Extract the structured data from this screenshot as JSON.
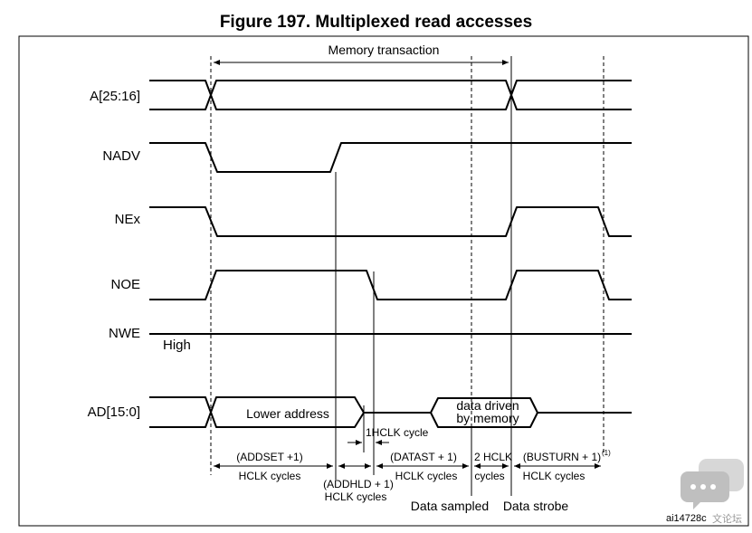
{
  "figure": {
    "title": "Figure 197. Multiplexed read accesses"
  },
  "signals": [
    {
      "key": "a",
      "label": "A[25:16]"
    },
    {
      "key": "nadv",
      "label": "NADV"
    },
    {
      "key": "nex",
      "label": "NEx"
    },
    {
      "key": "noe",
      "label": "NOE"
    },
    {
      "key": "nwe",
      "label": "NWE"
    },
    {
      "key": "ad",
      "label": "AD[15:0]"
    }
  ],
  "nwe_state": "High",
  "span_label": "Memory transaction",
  "bus_labels": {
    "lower_address": "Lower address",
    "data_line1": "data driven",
    "data_line2": "by memory"
  },
  "phases": {
    "addset_1": "(ADDSET +1)",
    "addset_2": "HCLK cycles",
    "addhld_1": "(ADDHLD + 1)",
    "addhld_2": "HCLK cycles",
    "datast_1": "(DATAST + 1)",
    "datast_2": "HCLK cycles",
    "hclk2_1": "2 HCLK",
    "hclk2_2": "cycles",
    "busturn_1": "(BUSTURN + 1)",
    "busturn_sup": "(1)",
    "busturn_2": "HCLK cycles",
    "one_hclk": "1HCLK cycle"
  },
  "markers": {
    "data_sampled": "Data sampled",
    "data_strobe": "Data strobe"
  },
  "figure_id": "ai14728c",
  "watermark_text": "文论坛"
}
